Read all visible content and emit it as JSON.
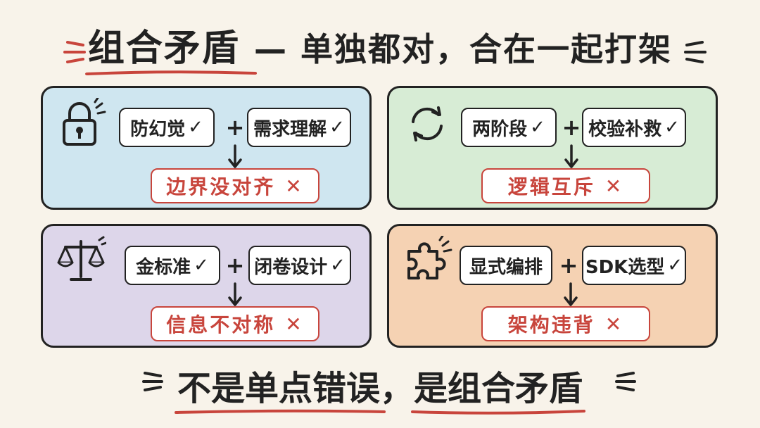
{
  "title": {
    "main": "组合矛盾",
    "rest": "— 单独都对，合在一起打架"
  },
  "panels": [
    {
      "icon": "lock-icon",
      "chip_a": "防幻觉",
      "chip_b": "需求理解",
      "check": "✓",
      "plus": "+",
      "result": "边界没对齐",
      "cross": "✕"
    },
    {
      "icon": "refresh-icon",
      "chip_a": "两阶段",
      "chip_b": "校验补救",
      "check": "✓",
      "plus": "+",
      "result": "逻辑互斥",
      "cross": "✕"
    },
    {
      "icon": "scale-icon",
      "chip_a": "金标准",
      "chip_b": "闭卷设计",
      "check": "✓",
      "plus": "+",
      "result": "信息不对称",
      "cross": "✕"
    },
    {
      "icon": "puzzle-icon",
      "chip_a": "显式编排",
      "chip_b": "SDK选型",
      "check": "✓",
      "plus": "+",
      "result": "架构违背",
      "cross": "✕"
    }
  ],
  "bottom": {
    "part1": "不是单点错误，",
    "part2": "是组合矛盾"
  },
  "colors": {
    "background": "#f8f3ea",
    "accent_red": "#c8453c",
    "panel_blue": "#cfe6f0",
    "panel_green": "#d7ecd5",
    "panel_purple": "#ddd6ea",
    "panel_orange": "#f5d2b3"
  }
}
